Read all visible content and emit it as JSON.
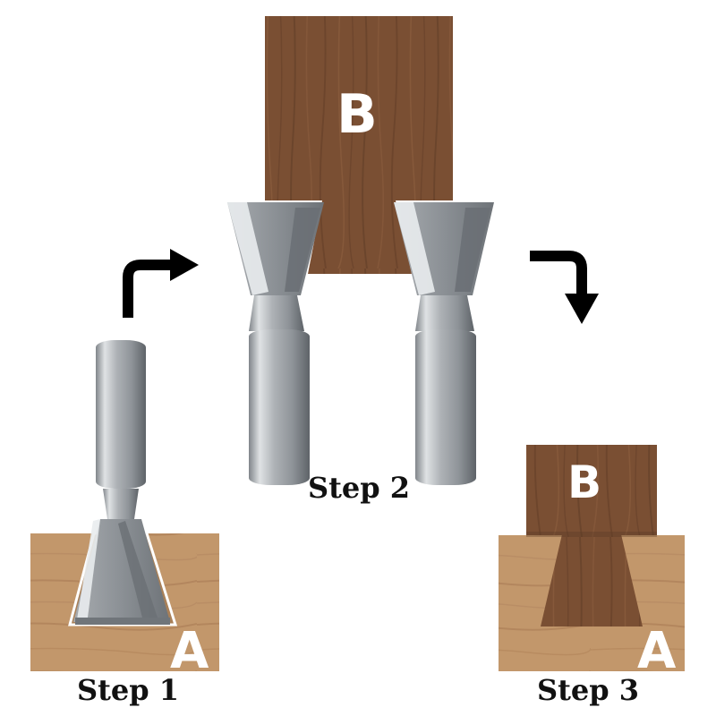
{
  "steps": {
    "step1": "Step 1",
    "step2": "Step 2",
    "step3": "Step 3"
  },
  "pieces": {
    "a": "A",
    "b": "B"
  },
  "colors": {
    "light_wood": "#c2976b",
    "dark_wood": "#7a4f33",
    "steel": "#b8bcc0",
    "arrow": "#000000"
  }
}
